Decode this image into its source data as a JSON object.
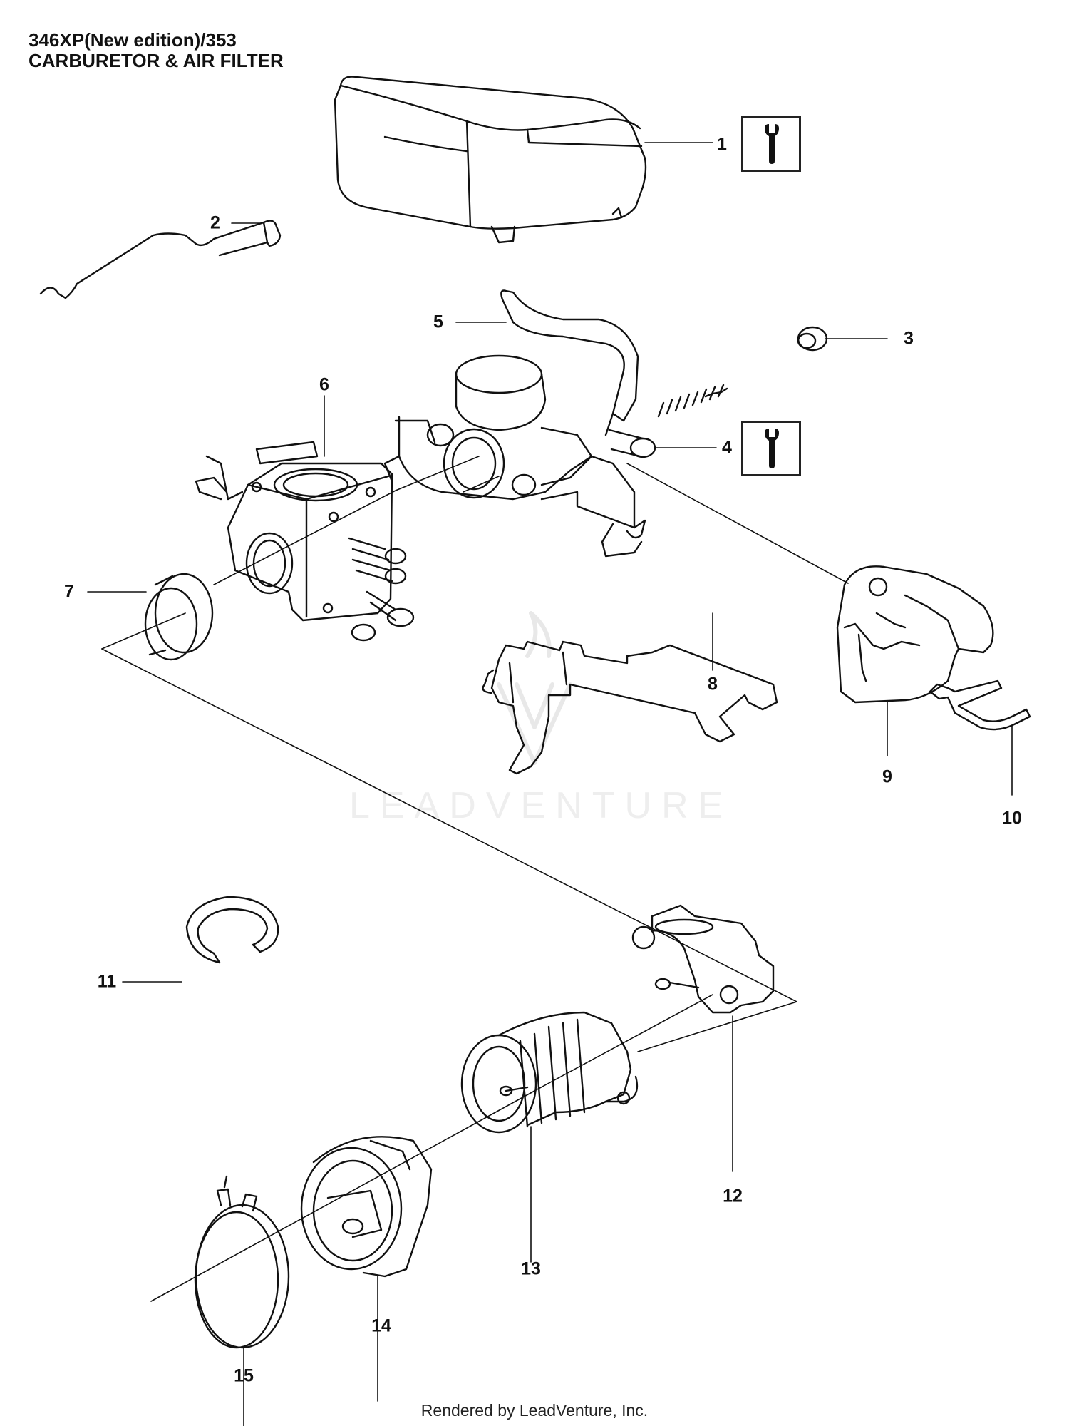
{
  "header": {
    "model": "346XP(New edition)/353",
    "section": "CARBURETOR & AIR FILTER"
  },
  "callouts": {
    "c1": "1",
    "c2": "2",
    "c3": "3",
    "c4": "4",
    "c5": "5",
    "c6": "6",
    "c7": "7",
    "c8": "8",
    "c9": "9",
    "c10": "10",
    "c11": "11",
    "c12": "12",
    "c13": "13",
    "c14": "14",
    "c15": "15"
  },
  "badges": {
    "icon": "wrench-icon"
  },
  "watermark": "LEADVENTURE",
  "footer": "Rendered by LeadVenture, Inc."
}
